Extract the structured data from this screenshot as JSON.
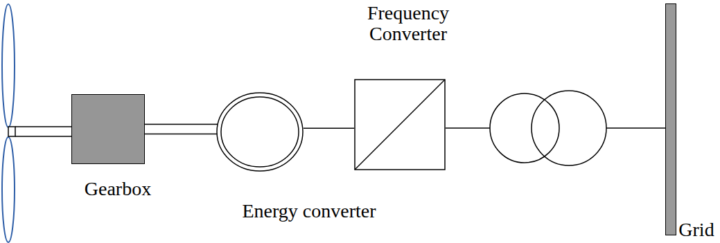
{
  "diagram": {
    "nodes": [
      {
        "text": [
          "Gearbox"
        ]
      },
      {
        "text": [
          "Energy converter"
        ]
      },
      {
        "text": [
          "Frequency Converter"
        ]
      },
      {
        "text": [
          "Grid"
        ]
      }
    ],
    "edges": [
      {
        "from": 0,
        "to": 1,
        "arrow": "none"
      },
      {
        "from": 1,
        "to": 2,
        "arrow": "none"
      }
    ]
  }
}
